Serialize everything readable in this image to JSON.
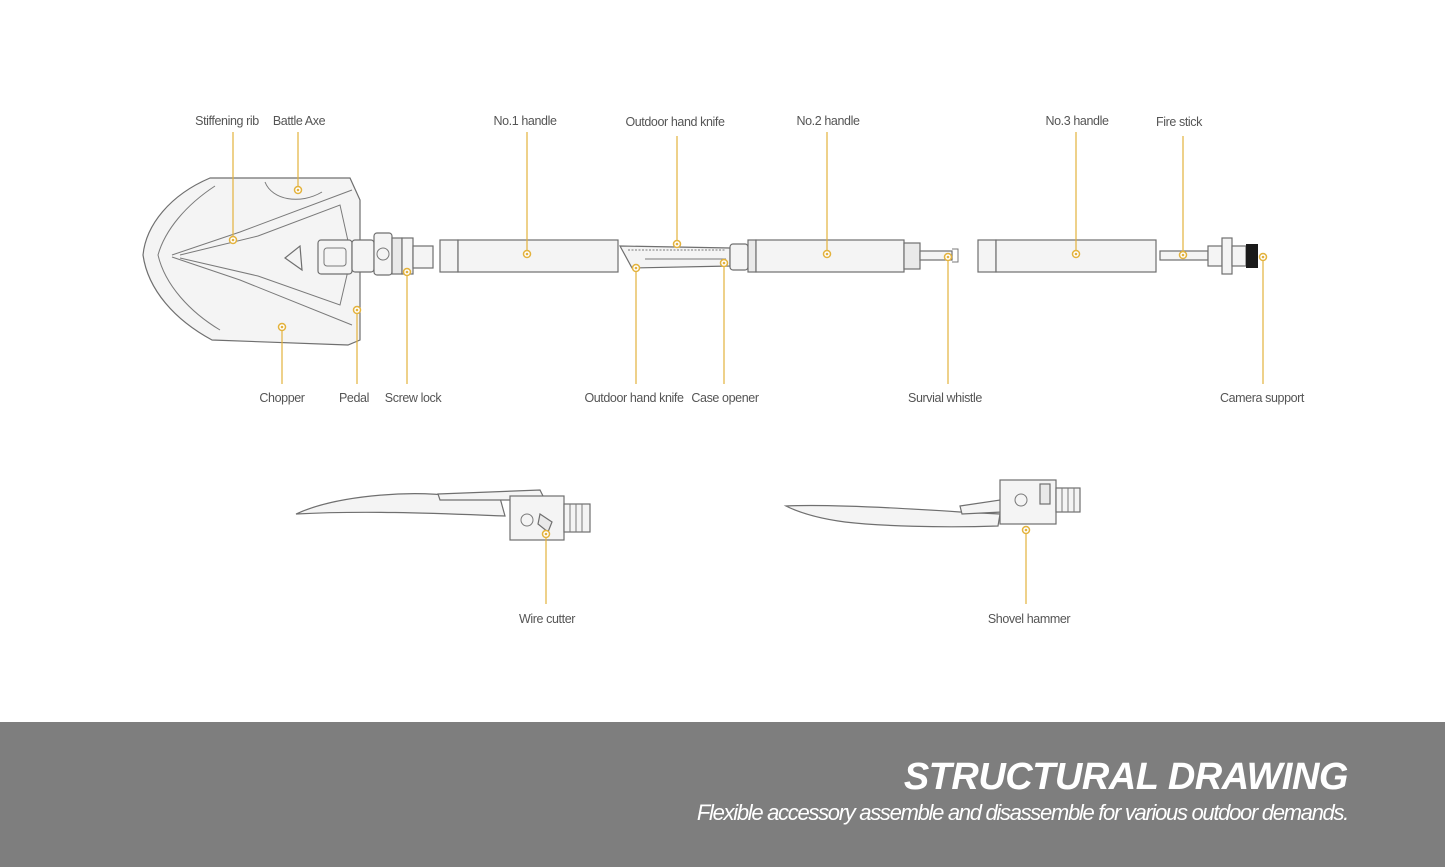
{
  "labels": {
    "stiffening_rib": "Stiffening rib",
    "battle_axe": "Battle Axe",
    "no1_handle": "No.1 handle",
    "outdoor_hand_knife_top": "Outdoor hand knife",
    "no2_handle": "No.2 handle",
    "no3_handle": "No.3 handle",
    "fire_stick": "Fire stick",
    "chopper": "Chopper",
    "pedal": "Pedal",
    "screw_lock": "Screw lock",
    "outdoor_hand_knife_bottom": "Outdoor hand knife",
    "case_opener": "Case opener",
    "survival_whistle": "Survial whistle",
    "camera_support": "Camera support",
    "wire_cutter": "Wire cutter",
    "shovel_hammer": "Shovel hammer"
  },
  "banner": {
    "title": "STRUCTURAL DRAWING",
    "subtitle": "Flexible accessory assemble and disassemble for various outdoor demands."
  },
  "colors": {
    "accent": "#e3b23c",
    "banner_bg": "#7e7e7e",
    "banner_text": "#ffffff",
    "label_text": "#555555"
  }
}
